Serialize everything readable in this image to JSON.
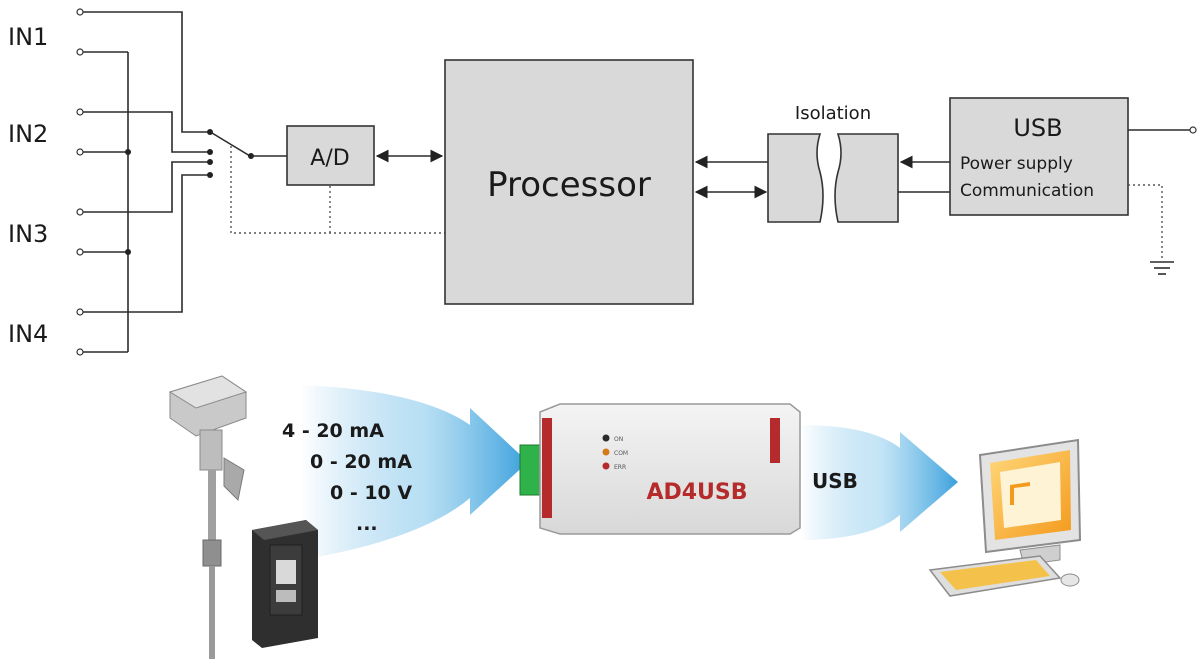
{
  "diagram": {
    "inputs": [
      "IN1",
      "IN2",
      "IN3",
      "IN4"
    ],
    "ad_label": "A/D",
    "processor_label": "Processor",
    "isolation_label": "Isolation",
    "usb_block": {
      "title": "USB",
      "line1": "Power supply",
      "line2": "Communication"
    }
  },
  "illustration": {
    "signals": [
      "4 - 20 mA",
      "0 - 20 mA",
      "0 - 10 V",
      "..."
    ],
    "device_name": "AD4USB",
    "link_label": "USB",
    "led_labels": [
      "ON",
      "COM",
      "ERR"
    ]
  },
  "colors": {
    "box_fill": "#d9d9d9",
    "arrow_blue": "#3aa0dc",
    "device_red": "#b52a2a",
    "monitor_orange": "#f0a020"
  }
}
